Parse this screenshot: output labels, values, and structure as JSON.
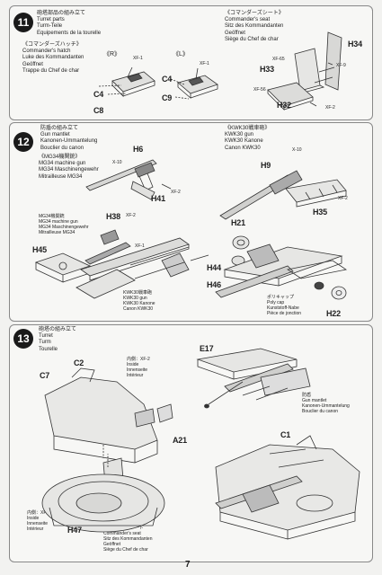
{
  "page_number": "7",
  "step11": {
    "number": "11",
    "title_lines": [
      "砲塔部品の組み立て",
      "Turret parts",
      "Turm-Teile",
      "Equipements de la tourelle"
    ],
    "hatch_lines": [
      "《コマンダーズハッチ》",
      "Commander's hatch",
      "Luke des Kommandanten",
      "Geöffnet",
      "Trappe du Chef de char"
    ],
    "seat_lines": [
      "《コマンダーズシート》",
      "Commander's seat",
      "Sitz des Kommandanten",
      "Geöffnet",
      "Siège du Chef de char"
    ],
    "right_tag": "《R》",
    "left_tag": "《L》",
    "parts": {
      "c4a": "C4",
      "c8": "C8",
      "xf1a": "XF-1",
      "c4b": "C4",
      "c9": "C9",
      "xf1b": "XF-1",
      "h34": "H34",
      "xf65": "XF-65",
      "xf9": "XF-9",
      "h33": "H33",
      "xf56": "XF-56",
      "h32": "H32",
      "xf2": "XF-2"
    }
  },
  "step12": {
    "number": "12",
    "title_lines": [
      "防盾の組み立て",
      "Gun mantlet",
      "Kanonen-Ummantelung",
      "Bouclier du canon"
    ],
    "mg_lines": [
      "《MG34機関銃》",
      "MG34 machine gun",
      "MG34 Maschinengewehr",
      "Mitrailleuse MG34"
    ],
    "kwk_lines": [
      "《KWK30戦車砲》",
      "KWK30 gun",
      "KWK30 Kanone",
      "Canon KWK30"
    ],
    "mg_small_lines": [
      "MG34機関銃",
      "MG34 machine gun",
      "MG34 Maschinengewehr",
      "Mitrailleuse MG34"
    ],
    "kwk_small_lines": [
      "KWK30戦車砲",
      "KWK30 gun",
      "KWK30 Kanone",
      "Canon KWK30"
    ],
    "polycap_lines": [
      "ポリキャップ",
      "Poly cap",
      "Kunststoff-Nabe",
      "Pièce de jonction"
    ],
    "parts": {
      "h6": "H6",
      "x10a": "X-10",
      "xf2a": "XF-2",
      "h41": "H41",
      "h9": "H9",
      "x10b": "X-10",
      "xf2b": "XF-2",
      "h35": "H35",
      "h38": "H38",
      "xf2c": "XF-2",
      "xf1": "XF-1",
      "h45": "H45",
      "h21": "H21",
      "h44": "H44",
      "h46": "H46",
      "h22": "H22"
    }
  },
  "step13": {
    "number": "13",
    "title_lines": [
      "砲塔の組み立て",
      "Turret",
      "Turm",
      "Tourelle"
    ],
    "inside_top_lines": [
      "内側：XF-2",
      "Inside",
      "Innenseite",
      "Intérieur"
    ],
    "inside_left_lines": [
      "内側：XF-2",
      "Inside",
      "Innenseite",
      "Intérieur"
    ],
    "seat_lines": [
      "コマンダーズシート",
      "Commander's seat",
      "Sitz des Kommandanten",
      "Geöffnet",
      "Siège du Chef de char"
    ],
    "mantlet_lines": [
      "防盾",
      "Gun mantlet",
      "Kanonen-Ummantelung",
      "Bouclier du canon"
    ],
    "parts": {
      "c2": "C2",
      "c7": "C7",
      "a21": "A21",
      "h47": "H47",
      "e17": "E17",
      "c1": "C1"
    }
  }
}
